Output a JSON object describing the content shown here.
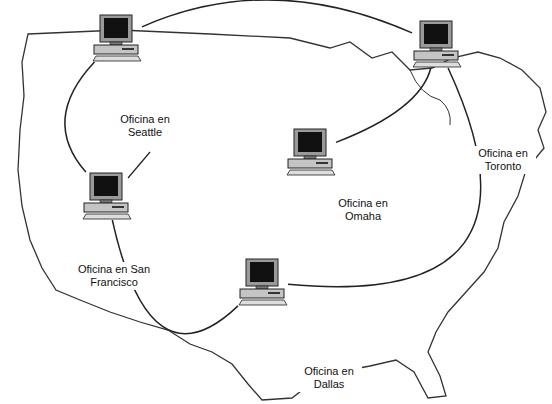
{
  "diagram": {
    "nodes": [
      {
        "text": [
          "Oficina en Seattle"
        ]
      },
      {
        "text": [
          "Oficina en Toronto"
        ]
      },
      {
        "text": [
          "Oficina en San Francisco"
        ]
      },
      {
        "text": [
          "Oficina en Omaha"
        ]
      },
      {
        "text": [
          "Oficina en Dallas"
        ]
      }
    ],
    "edges": [
      {
        "from": 0,
        "to": 1,
        "arrow": "none"
      },
      {
        "from": 0,
        "to": 2,
        "arrow": "none"
      },
      {
        "from": 2,
        "to": 4,
        "arrow": "none"
      },
      {
        "from": 3,
        "to": 1,
        "arrow": "none"
      },
      {
        "from": 4,
        "to": 1,
        "arrow": "none"
      }
    ]
  }
}
